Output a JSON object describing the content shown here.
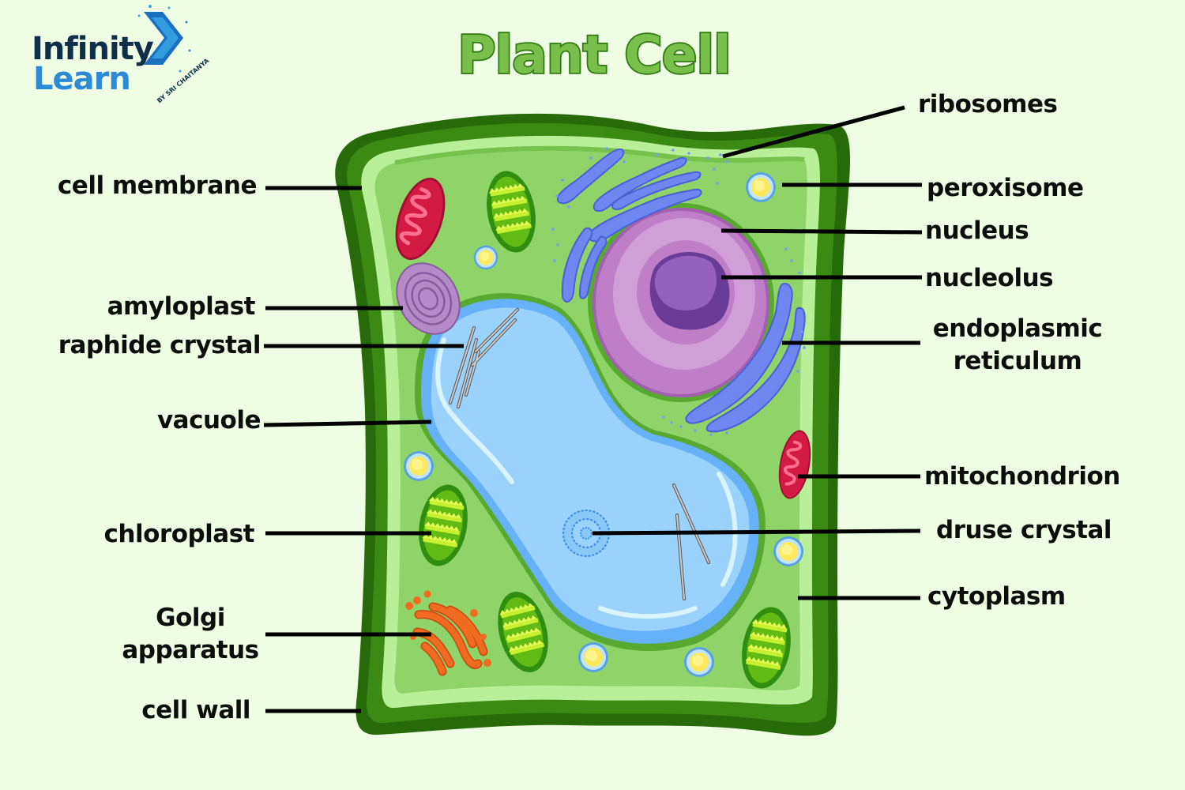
{
  "title": "Plant Cell",
  "logo": {
    "brand_line1": "Infinity",
    "brand_line2": "Learn",
    "byline": "BY SRI CHAITANYA"
  },
  "labels": {
    "left": [
      {
        "id": "cell-membrane",
        "text": "cell membrane"
      },
      {
        "id": "amyloplast",
        "text": "amyloplast"
      },
      {
        "id": "raphide-crystal",
        "text": "raphide crystal"
      },
      {
        "id": "vacuole",
        "text": "vacuole"
      },
      {
        "id": "chloroplast",
        "text": "chloroplast"
      },
      {
        "id": "golgi-apparatus",
        "lines": [
          "Golgi",
          "apparatus"
        ]
      },
      {
        "id": "cell-wall",
        "text": "cell wall"
      }
    ],
    "right": [
      {
        "id": "ribosomes",
        "text": "ribosomes"
      },
      {
        "id": "peroxisome",
        "text": "peroxisome"
      },
      {
        "id": "nucleus",
        "text": "nucleus"
      },
      {
        "id": "nucleolus",
        "text": "nucleolus"
      },
      {
        "id": "endoplasmic-reticulum",
        "lines": [
          "endoplasmic",
          "reticulum"
        ]
      },
      {
        "id": "mitochondrion",
        "text": "mitochondrion"
      },
      {
        "id": "druse-crystal",
        "text": "druse crystal"
      },
      {
        "id": "cytoplasm",
        "text": "cytoplasm"
      }
    ]
  },
  "colors": {
    "background": "#eefde3",
    "cell_wall_dark": "#2a6e0c",
    "cell_wall": "#3a8a14",
    "membrane": "#b8f09a",
    "cytoplasm": "#8fd468",
    "vacuole": "#9ad2fc",
    "vacuole_edge": "#66b1f8",
    "nucleus": "#c07ec8",
    "nucleus_inner": "#d09fd8",
    "nucleolus": "#9462be",
    "er": "#6e86f0",
    "mitochondrion": "#d21a44",
    "chloroplast": "#5cb412",
    "golgi": "#f06a20",
    "peroxisome": "#ffee60",
    "amyloplast": "#b58ac8",
    "title_fill": "#78bf4c",
    "title_stroke": "#2f7a12"
  }
}
